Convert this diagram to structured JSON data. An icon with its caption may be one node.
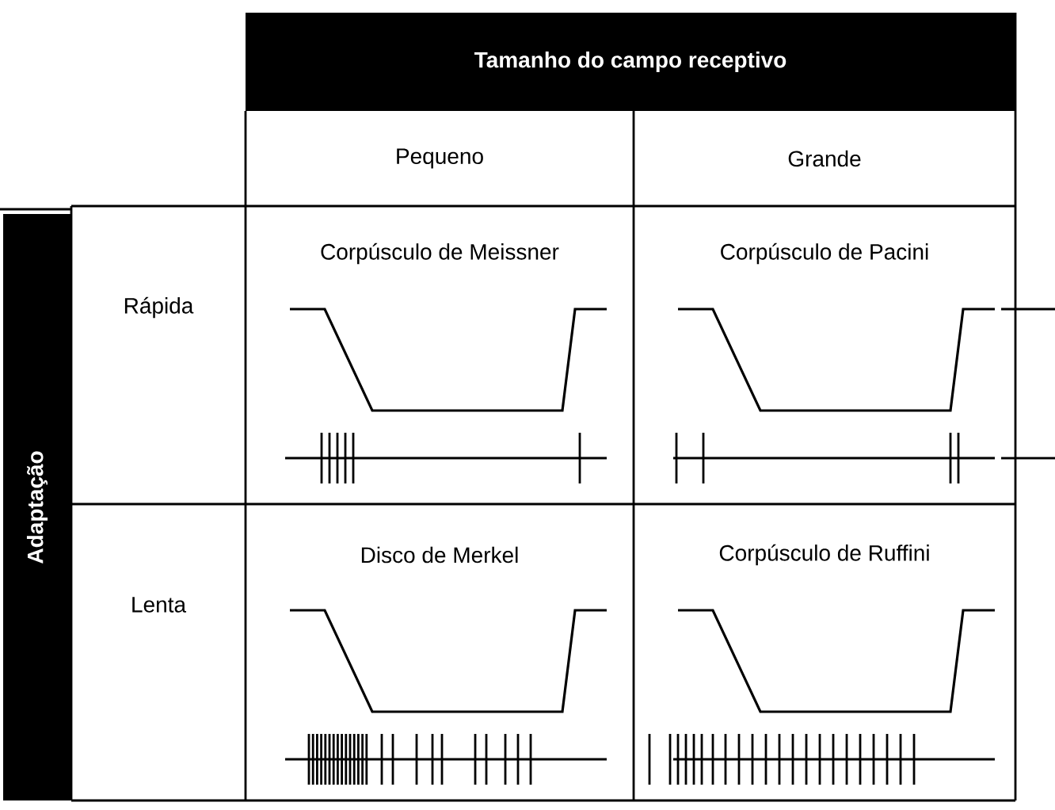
{
  "diagram": {
    "labels": [
      "Tamanho do campo receptivo",
      "Pequeno",
      "Grande",
      "Adaptação",
      "Rápida",
      "Corpúsculo de Meissner",
      "Corpúsculo de Pacini",
      "Lenta",
      "Disco de Merkel",
      "Corpúsculo de Ruffini"
    ]
  }
}
